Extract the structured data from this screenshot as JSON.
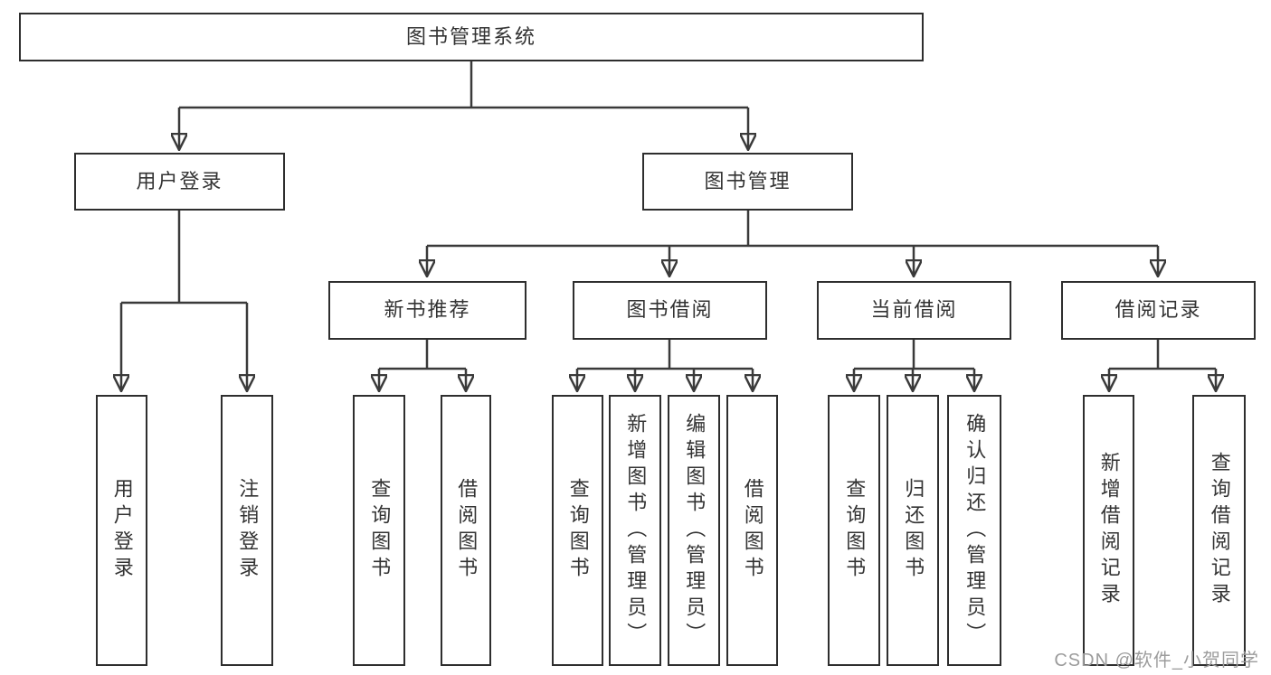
{
  "diagram": {
    "title": "图书管理系统",
    "watermark": "CSDN @软件_小贺同学",
    "colors": {
      "line": "#3a3a3a",
      "box_border": "#2e2e2e",
      "text": "#333333",
      "background": "#ffffff",
      "watermark": "#9c9c9c"
    },
    "nodes": {
      "root": {
        "label": "图书管理系统"
      },
      "user_login": {
        "label": "用户登录"
      },
      "book_mgmt": {
        "label": "图书管理"
      },
      "new_books": {
        "label": "新书推荐"
      },
      "book_borrow": {
        "label": "图书借阅"
      },
      "current_borrow": {
        "label": "当前借阅"
      },
      "borrow_records": {
        "label": "借阅记录"
      },
      "leaf_user_login": {
        "label": "用户登录"
      },
      "leaf_logout": {
        "label": "注销登录"
      },
      "leaf_query_books_1": {
        "label": "查询图书"
      },
      "leaf_borrow_books_1": {
        "label": "借阅图书"
      },
      "leaf_query_books_2": {
        "label": "查询图书"
      },
      "leaf_add_books": {
        "label": "新增图书（管理员）"
      },
      "leaf_edit_books": {
        "label": "编辑图书（管理员）"
      },
      "leaf_borrow_books_2": {
        "label": "借阅图书"
      },
      "leaf_query_books_3": {
        "label": "查询图书"
      },
      "leaf_return_books": {
        "label": "归还图书"
      },
      "leaf_confirm_return": {
        "label": "确认归还（管理员）"
      },
      "leaf_add_record": {
        "label": "新增借阅记录"
      },
      "leaf_query_record": {
        "label": "查询借阅记录"
      }
    }
  }
}
